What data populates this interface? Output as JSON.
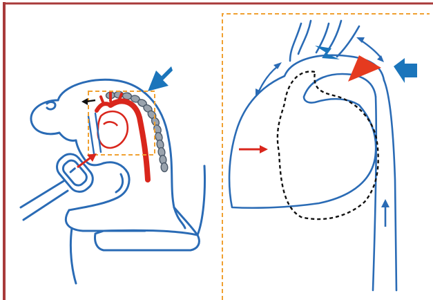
{
  "figure": {
    "colors": {
      "frame": "#a83a3a",
      "outline": "#2a6bb5",
      "vessel": "#d9261c",
      "impact_arrow": "#1b75bb",
      "dashed_box": "#f0a030",
      "vertebra_fill": "#9aa3ad",
      "vertebra_stroke": "#4a5868",
      "displaced_heart": "#111111",
      "tear_fill": "#e53a1f",
      "background": "#ffffff"
    },
    "left_panel": {
      "elements": [
        "occupant-silhouette",
        "steering-wheel",
        "spine-vertebrae",
        "heart",
        "aorta",
        "impact-arrow",
        "chest-zoom-box",
        "motion-arrow"
      ]
    },
    "right_panel": {
      "elements": [
        "heart-outline",
        "displaced-heart-outline",
        "aortic-arch",
        "descending-aorta",
        "isthmus-tear",
        "impact-arrow",
        "shear-arrows",
        "flow-arrow"
      ]
    }
  }
}
